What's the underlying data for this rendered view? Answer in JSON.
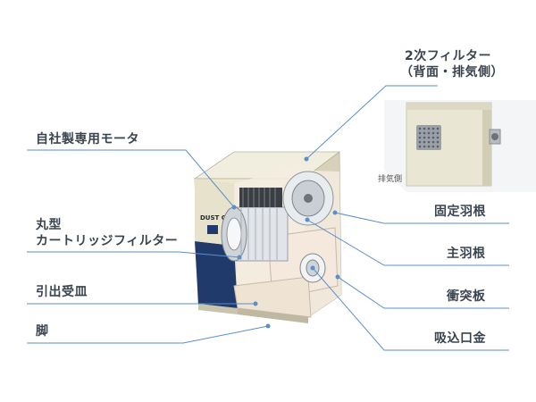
{
  "labels": {
    "secondary_filter": [
      "2次フィルター",
      "（背面・排気側）"
    ],
    "exhaust_side": "排気側",
    "motor": "自社製専用モータ",
    "cartridge_filter": [
      "丸型",
      "カートリッジフィルター"
    ],
    "drip_tray": "引出受皿",
    "leg": "脚",
    "fixed_blade": "固定羽根",
    "main_blade": "主羽根",
    "baffle_plate": "衝突板",
    "intake_fitting": "吸込口金"
  },
  "unit_nameplate": "DUST CO",
  "colors": {
    "leader_line": "#5b8fc9",
    "label_text": "#3a4450",
    "cabinet": "#ece8d2",
    "cabinet_side": "#d9d5bd",
    "panel_dark": "#1f3a6b"
  }
}
